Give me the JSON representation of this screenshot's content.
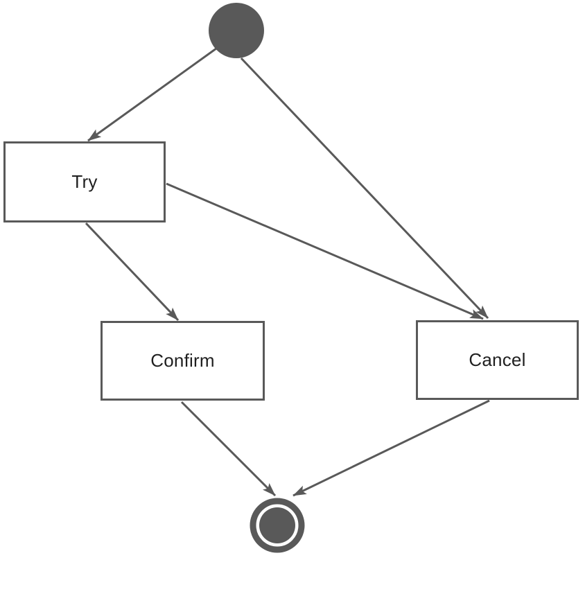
{
  "diagram": {
    "type": "uml-state-diagram",
    "colors": {
      "stroke": "#595959",
      "text": "#1f1f1f",
      "background": "#ffffff"
    },
    "nodes": {
      "initial": {
        "kind": "initial-state",
        "label": ""
      },
      "try": {
        "kind": "state",
        "label": "Try"
      },
      "confirm": {
        "kind": "state",
        "label": "Confirm"
      },
      "cancel": {
        "kind": "state",
        "label": "Cancel"
      },
      "final": {
        "kind": "final-state",
        "label": ""
      }
    },
    "edges": [
      {
        "from": "initial",
        "to": "try"
      },
      {
        "from": "initial",
        "to": "cancel"
      },
      {
        "from": "try",
        "to": "confirm"
      },
      {
        "from": "try",
        "to": "cancel"
      },
      {
        "from": "confirm",
        "to": "final"
      },
      {
        "from": "cancel",
        "to": "final"
      }
    ]
  }
}
